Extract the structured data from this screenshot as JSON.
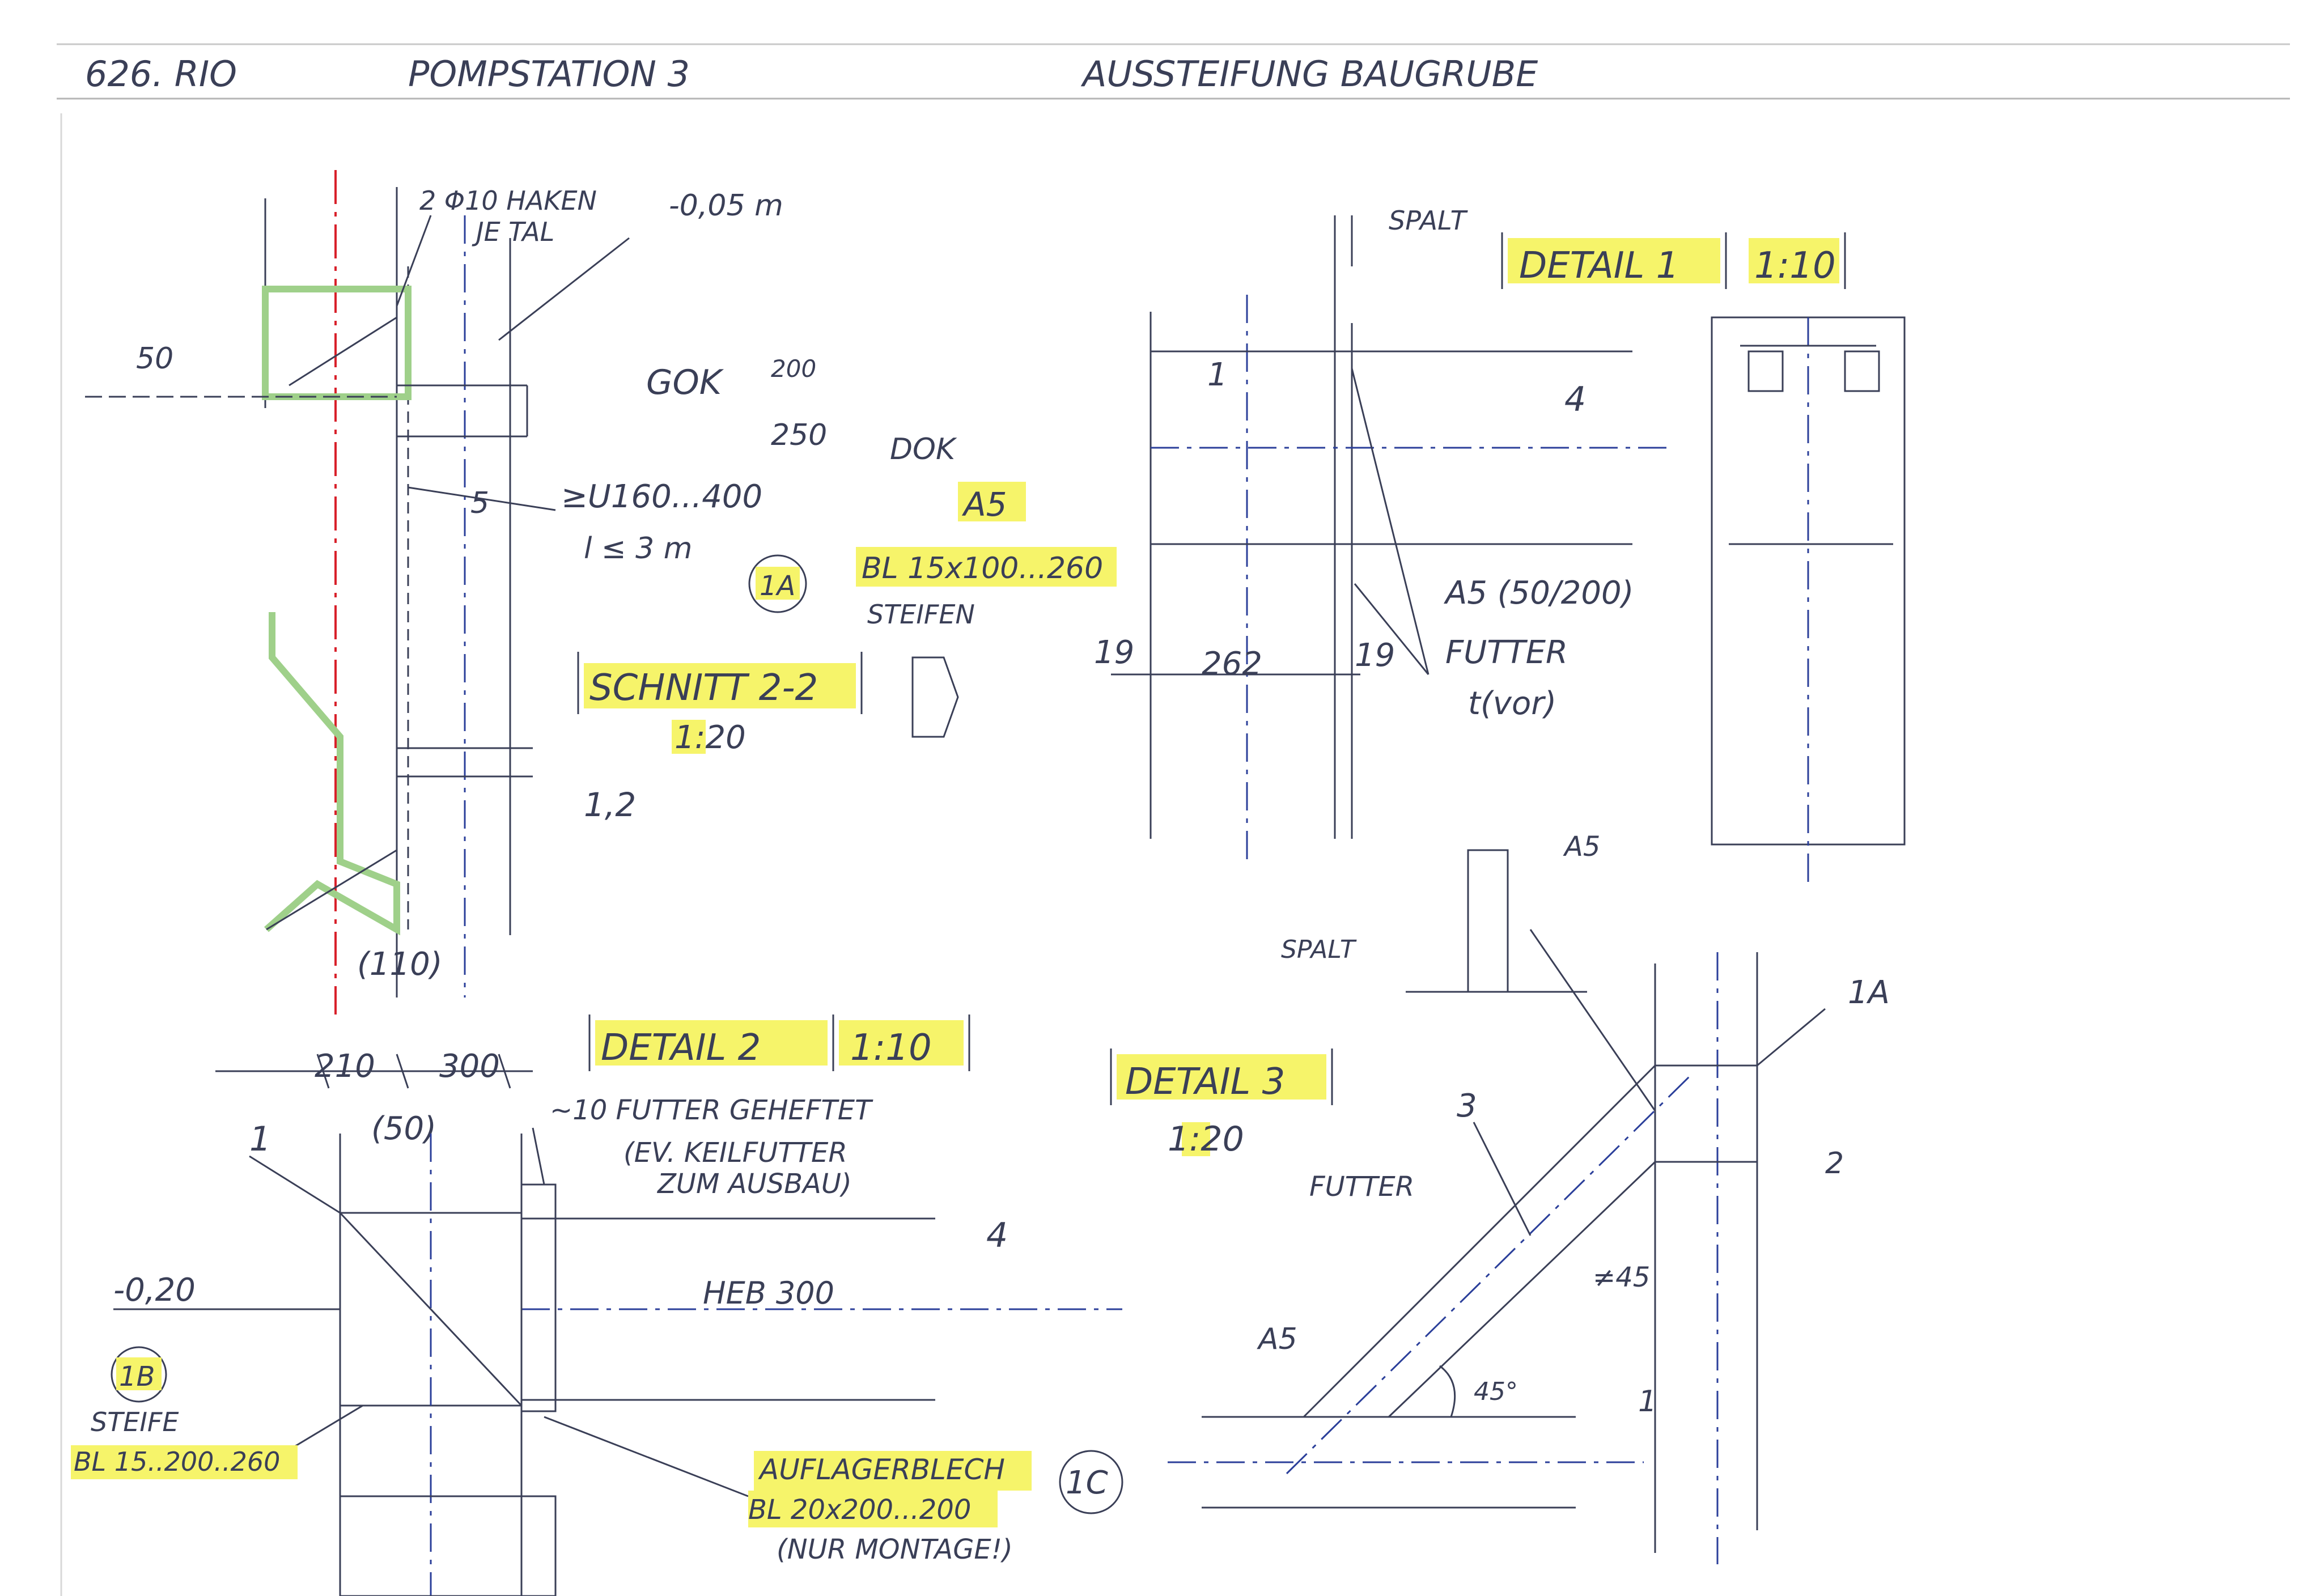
{
  "header": {
    "project_no": "626. RIO",
    "station": "POMPSTATION 3",
    "subject": "AUSSTEIFUNG BAUGRUBE"
  },
  "section_2_2": {
    "title": "SCHNITT 2-2",
    "scale": "1:20",
    "rebar_note_1": "2 Φ10 HAKEN",
    "rebar_note_2": "JE TAL",
    "level_top": "-0,05 m",
    "dim_50": "50",
    "gok": "GOK",
    "dim_200": "200",
    "dim_250": "250",
    "dok": "DOK",
    "item_5": "5",
    "beam_note": "≥U160...400",
    "beam_length": "l ≤ 3 m",
    "weld_1": "A5",
    "marker_1a": "1A",
    "plate_1a": "BL 15x100...260",
    "plate_1a_label": "STEIFEN",
    "dim_1_2": "1,2",
    "dim_110": "(110)",
    "dim_210": "210",
    "dim_300": "300",
    "dim_50b": "(50)"
  },
  "detail_1": {
    "title": "DETAIL 1",
    "scale": "1:10",
    "spalt": "SPALT",
    "item_1": "1",
    "item_4": "4",
    "weld_note": "A5 (50/200)",
    "filler": "FUTTER",
    "filler_t": "t(vor)",
    "dim_19a": "19",
    "dim_262": "262",
    "dim_19b": "19",
    "weld_2": "A5"
  },
  "detail_2": {
    "title": "DETAIL 2",
    "scale": "1:10",
    "filler_note_1": "~10 FUTTER GEHEFTET",
    "filler_note_2": "(EV. KEILFUTTER",
    "filler_note_3": "ZUM AUSBAU)",
    "item_1": "1",
    "item_4": "4",
    "level": "-0,20",
    "heb": "HEB 300",
    "marker_1b": "1B",
    "stiffener": "STEIFE",
    "plate_1b": "BL 15..200..260",
    "marker_1c": "1C",
    "support_plate": "AUFLAGERBLECH",
    "plate_1c": "BL 20x200...200",
    "montage": "(NUR MONTAGE!)"
  },
  "detail_3": {
    "title": "DETAIL 3",
    "scale": "1:20",
    "spalt": "SPALT",
    "filler": "FUTTER",
    "item_1a": "1A",
    "item_2": "2",
    "item_3": "3",
    "item_1": "1",
    "weld": "A5",
    "angle": "45°",
    "angle_dim": "≠45"
  },
  "colors": {
    "ink": "#3a3f57",
    "axis_red": "#d8202a",
    "axis_blue": "#2b3f9a",
    "marker_green": "#9fd08a",
    "highlight": "#f6f46a"
  }
}
